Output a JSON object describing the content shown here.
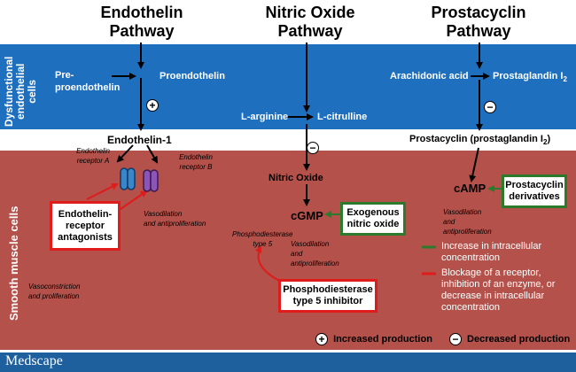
{
  "titles": {
    "endothelin_line1": "Endothelin",
    "endothelin_line2": "Pathway",
    "nitric_line1": "Nitric Oxide",
    "nitric_line2": "Pathway",
    "prostacyclin_line1": "Prostacyclin",
    "prostacyclin_line2": "Pathway"
  },
  "side_labels": {
    "dysfunctional_line1": "Dysfunctional",
    "dysfunctional_line2": "endothelial",
    "dysfunctional_line3": "cells",
    "smooth": "Smooth muscle cells"
  },
  "endothelial": {
    "pre_line1": "Pre-",
    "pre_line2": "proendothelin",
    "proendothelin": "Proendothelin",
    "l_arginine": "L-arginine",
    "l_citrulline": "L-citrulline",
    "arachidonic": "Arachidonic acid",
    "prostaglandin": "Prostaglandin I",
    "prostaglandin_sub": "2"
  },
  "middle": {
    "endothelin1": "Endothelin-1",
    "prostacyclin": "Prostacyclin (prostaglandin I",
    "prostacyclin_sub": "2",
    "prostacyclin_close": ")"
  },
  "smooth": {
    "receptor_a_line1": "Endothelin",
    "receptor_a_line2": "receptor A",
    "receptor_b_line1": "Endothelin",
    "receptor_b_line2": "receptor B",
    "nitric_oxide": "Nitric Oxide",
    "cgmp": "cGMP",
    "camp": "cAMP",
    "vaso_anti_1_line1": "Vasodilation",
    "vaso_anti_1_line2": "and antiproliferation",
    "pde_line1": "Phosphodiesterase",
    "pde_line2": "type 5",
    "vaso_anti_2_line1": "Vasodilation",
    "vaso_anti_2_line2": "and",
    "vaso_anti_2_line3": "antiproliferation",
    "vaso_anti_3_line1": "Vasodilation",
    "vaso_anti_3_line2": "and",
    "vaso_anti_3_line3": "antiproliferation",
    "vasoconstriction_line1": "Vasoconstriction",
    "vasoconstriction_line2": "and proliferation"
  },
  "boxes": {
    "antagonists_line1": "Endothelin-",
    "antagonists_line2": "receptor",
    "antagonists_line3": "antagonists",
    "exogenous_line1": "Exogenous",
    "exogenous_line2": "nitric oxide",
    "prostacyclin_deriv_line1": "Prostacyclin",
    "prostacyclin_deriv_line2": "derivatives",
    "pde_inhibitor_line1": "Phosphodiesterase",
    "pde_inhibitor_line2": "type 5 inhibitor"
  },
  "legend": {
    "green_line1": "Increase in intracellular",
    "green_line2": "concentration",
    "red_line1": "Blockage of a receptor,",
    "red_line2": "inhibition of an enzyme, or",
    "red_line3": "decrease in intracellular",
    "red_line4": "concentration"
  },
  "key": {
    "plus_symbol": "+",
    "minus_symbol": "−",
    "increased": "Increased production",
    "decreased": "Decreased production"
  },
  "footer": {
    "brand": "Medscape"
  },
  "colors": {
    "blue_band": "#1f6fbf",
    "red_band": "#b3514a",
    "footer": "#1e5f9e",
    "green": "#2c7a2c",
    "red": "#e01b1b"
  }
}
